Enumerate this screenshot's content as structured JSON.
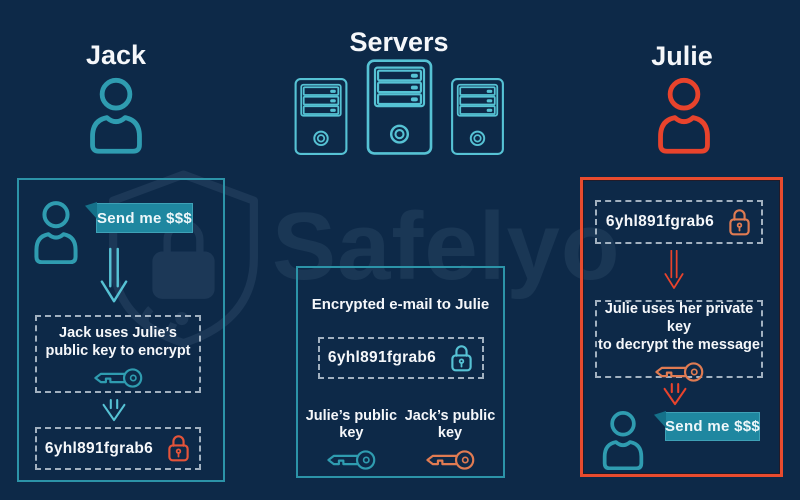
{
  "actors": {
    "jack": "Jack",
    "servers": "Servers",
    "julie": "Julie"
  },
  "watermark": "Safelyo",
  "left_panel": {
    "bubble_text": "Send me $$$",
    "encrypt_step": "Jack uses Julie’s\npublic key to encrypt",
    "cipher_text": "6yhl891fgrab6"
  },
  "center_panel": {
    "title": "Encrypted e-mail to Julie",
    "cipher_text": "6yhl891fgrab6",
    "julie_key_label": "Julie’s public\nkey",
    "jack_key_label": "Jack’s public\nkey"
  },
  "right_panel": {
    "cipher_text": "6yhl891fgrab6",
    "decrypt_step": "Julie uses her private key\nto decrypt the message",
    "bubble_text": "Send me $$$"
  },
  "colors": {
    "background": "#0d2948",
    "teal_border": "#2c93a8",
    "teal_icon": "#2f9cb0",
    "server_cyan": "#56c2d4",
    "bubble_fill": "#1f87a0",
    "red_accent": "#e8432c",
    "orange_key": "#e07b52",
    "text": "#f5f7fa"
  }
}
